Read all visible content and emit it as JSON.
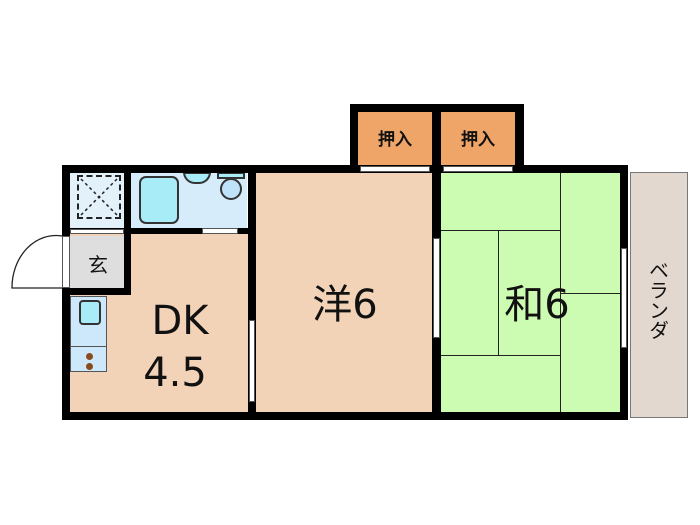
{
  "floorplan": {
    "rooms": {
      "dk": {
        "label": "DK",
        "size": "4.5"
      },
      "western": {
        "label": "洋6"
      },
      "japanese": {
        "label": "和6"
      },
      "entrance": {
        "label": "玄"
      },
      "closet_left": {
        "label": "押入"
      },
      "closet_right": {
        "label": "押入"
      },
      "balcony": {
        "label": "ベランダ"
      }
    },
    "colors": {
      "wall": "#000000",
      "dk_floor": "#f2d3b7",
      "western_floor": "#f2d3b7",
      "japanese_floor": "#ccfbb2",
      "closet": "#f0a568",
      "wet_area": "#d6ecfb",
      "fixture": "#a8ecf8",
      "entrance_floor": "#dedede",
      "balcony": "#e3d8cf",
      "burner": "#8b4a1a"
    }
  }
}
